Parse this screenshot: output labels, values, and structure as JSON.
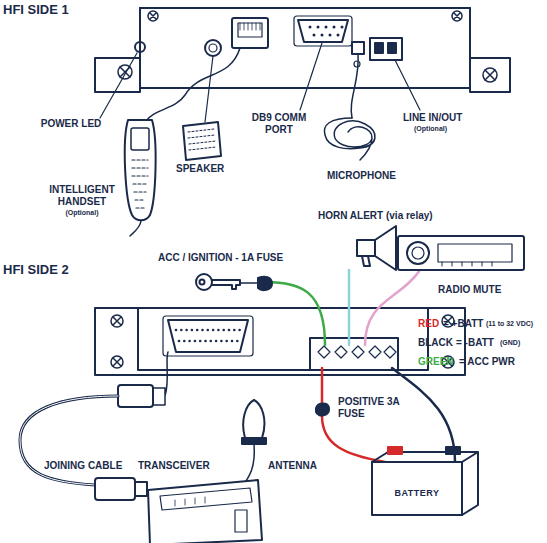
{
  "diagram": {
    "nodes": [
      {
        "text": [
          "BATTERY"
        ]
      }
    ],
    "labels": [
      "HFI SIDE 1",
      "POWER LED",
      "INTELLIGENT HANDSET",
      "(Optional)",
      "SPEAKER",
      "DB9 COMM PORT",
      "MICROPHONE",
      "LINE IN/OUT",
      "(Optional)",
      "HFI SIDE 2",
      "ACC / IGNITION - 1A FUSE",
      "HORN ALERT (via relay)",
      "RADIO MUTE",
      "RED",
      "= +BATT",
      "(11 to 32 VDC)",
      "BLACK",
      "= -BATT",
      "(GND)",
      "GREEN",
      "= ACC PWR",
      "POSITIVE 3A FUSE",
      "JOINING CABLE",
      "TRANSCEIVER",
      "ANTENNA"
    ]
  }
}
